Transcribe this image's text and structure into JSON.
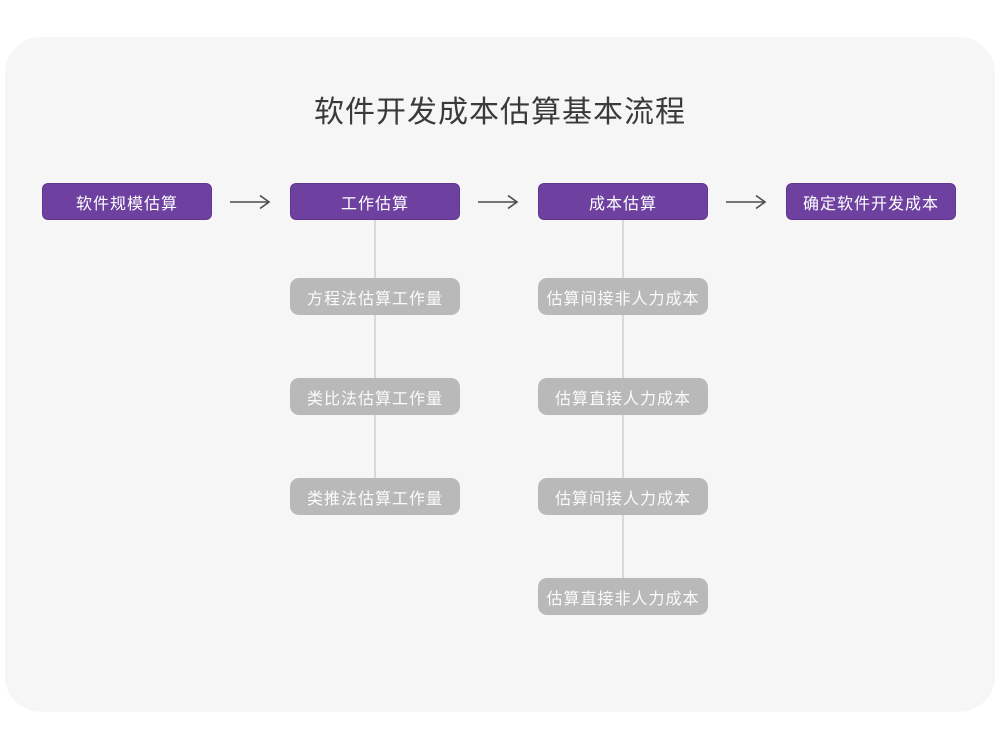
{
  "title": "软件开发成本估算基本流程",
  "flow": {
    "main": [
      {
        "id": "scale",
        "label": "软件规模估算"
      },
      {
        "id": "effort",
        "label": "工作估算"
      },
      {
        "id": "cost",
        "label": "成本估算"
      },
      {
        "id": "final",
        "label": "确定软件开发成本"
      }
    ],
    "effort_methods": [
      "方程法估算工作量",
      "类比法估算工作量",
      "类推法估算工作量"
    ],
    "cost_steps": [
      "估算间接非人力成本",
      "估算直接人力成本",
      "估算间接人力成本",
      "估算直接非人力成本"
    ]
  },
  "icons": {
    "flow_arrow": "long-right-arrow"
  },
  "colors": {
    "canvas_bg": "#f6f6f6",
    "page_bg": "#ffffff",
    "primary_node": "#6e41a1",
    "secondary_node": "#b9b9b9",
    "connector_line": "#d9d9d9",
    "arrow_stroke": "#4a4a4a",
    "title_text": "#3a3a3a",
    "node_text": "#ffffff"
  }
}
